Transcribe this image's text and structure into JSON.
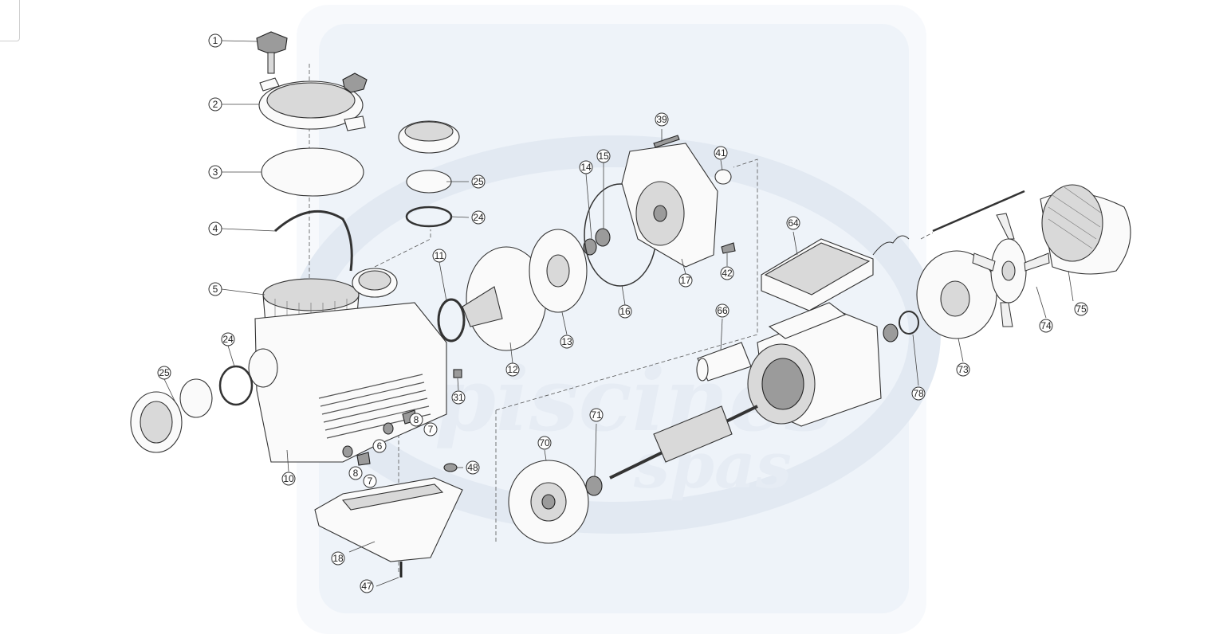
{
  "watermark": {
    "line1": "piscines",
    "line2": "spas",
    "color": "#e8eef6"
  },
  "callouts": [
    "1",
    "2",
    "3",
    "4",
    "5",
    "24",
    "25",
    "25",
    "24",
    "10",
    "8",
    "7",
    "6",
    "8",
    "7",
    "11",
    "12",
    "13",
    "14",
    "15",
    "16",
    "17",
    "39",
    "41",
    "42",
    "31",
    "48",
    "18",
    "47",
    "64",
    "66",
    "70",
    "71",
    "73",
    "74",
    "75",
    "78"
  ]
}
